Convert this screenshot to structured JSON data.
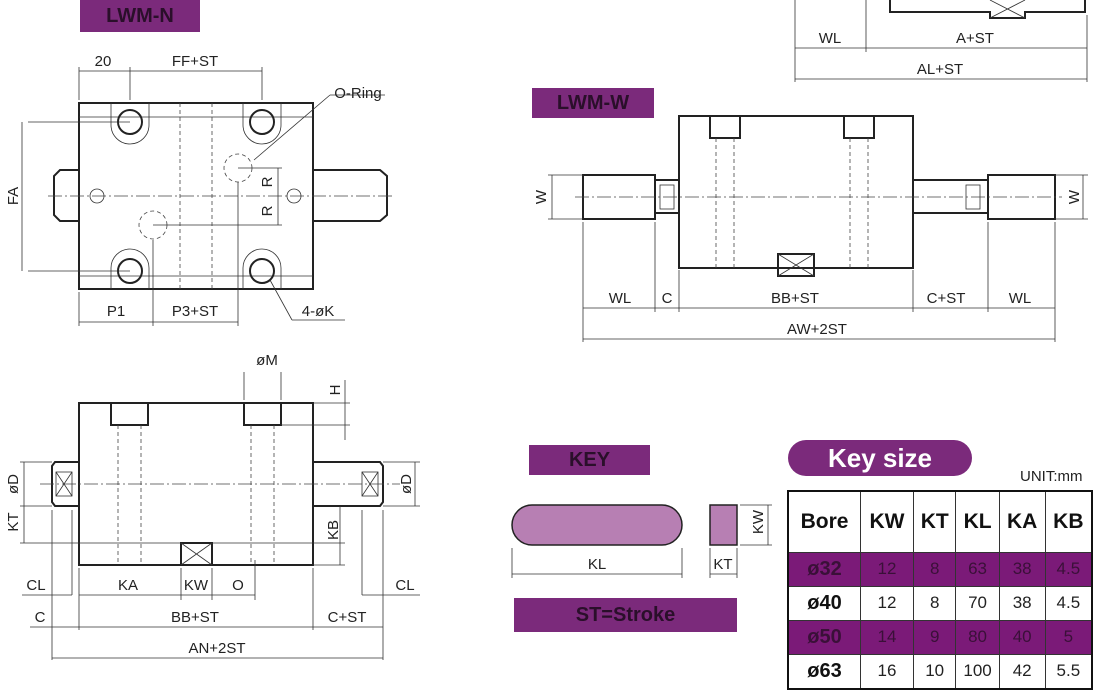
{
  "lwm_n": {
    "title": "LWM-N",
    "top_view": {
      "dim_20": "20",
      "dim_ff": "FF+ST",
      "dim_fa": "FA",
      "dim_p1": "P1",
      "dim_p3": "P3+ST",
      "oring": "O-Ring",
      "holes": "4-øK",
      "r1": "R",
      "r2": "R"
    },
    "side_view": {
      "om": "øM",
      "h": "H",
      "od_left": "øD",
      "od_right": "øD",
      "kt": "KT",
      "kb": "KB",
      "cl_left": "CL",
      "ka": "KA",
      "kw": "KW",
      "o": "O",
      "cl_right": "CL",
      "c": "C",
      "bb": "BB+ST",
      "cst": "C+ST",
      "an": "AN+2ST"
    }
  },
  "partial_view": {
    "wl": "WL",
    "a": "A+ST",
    "al": "AL+ST"
  },
  "lwm_w": {
    "title": "LWM-W",
    "w_left": "W",
    "w_right": "W",
    "wl_left": "WL",
    "c": "C",
    "bb": "BB+ST",
    "cst": "C+ST",
    "wl_right": "WL",
    "aw": "AW+2ST"
  },
  "key": {
    "title": "KEY",
    "kl": "KL",
    "kw": "KW",
    "kt": "KT",
    "stroke_note": "ST=Stroke",
    "key_fill": "#b77fb3"
  },
  "key_size": {
    "title": "Key size",
    "unit": "UNIT:mm",
    "headers": [
      "Bore",
      "KW",
      "KT",
      "KL",
      "KA",
      "KB"
    ],
    "rows": [
      [
        "ø32",
        "12",
        "8",
        "63",
        "38",
        "4.5"
      ],
      [
        "ø40",
        "12",
        "8",
        "70",
        "38",
        "4.5"
      ],
      [
        "ø50",
        "14",
        "9",
        "80",
        "40",
        "5"
      ],
      [
        "ø63",
        "16",
        "10",
        "100",
        "42",
        "5.5"
      ]
    ],
    "highlight_color": "#7b1a78"
  }
}
